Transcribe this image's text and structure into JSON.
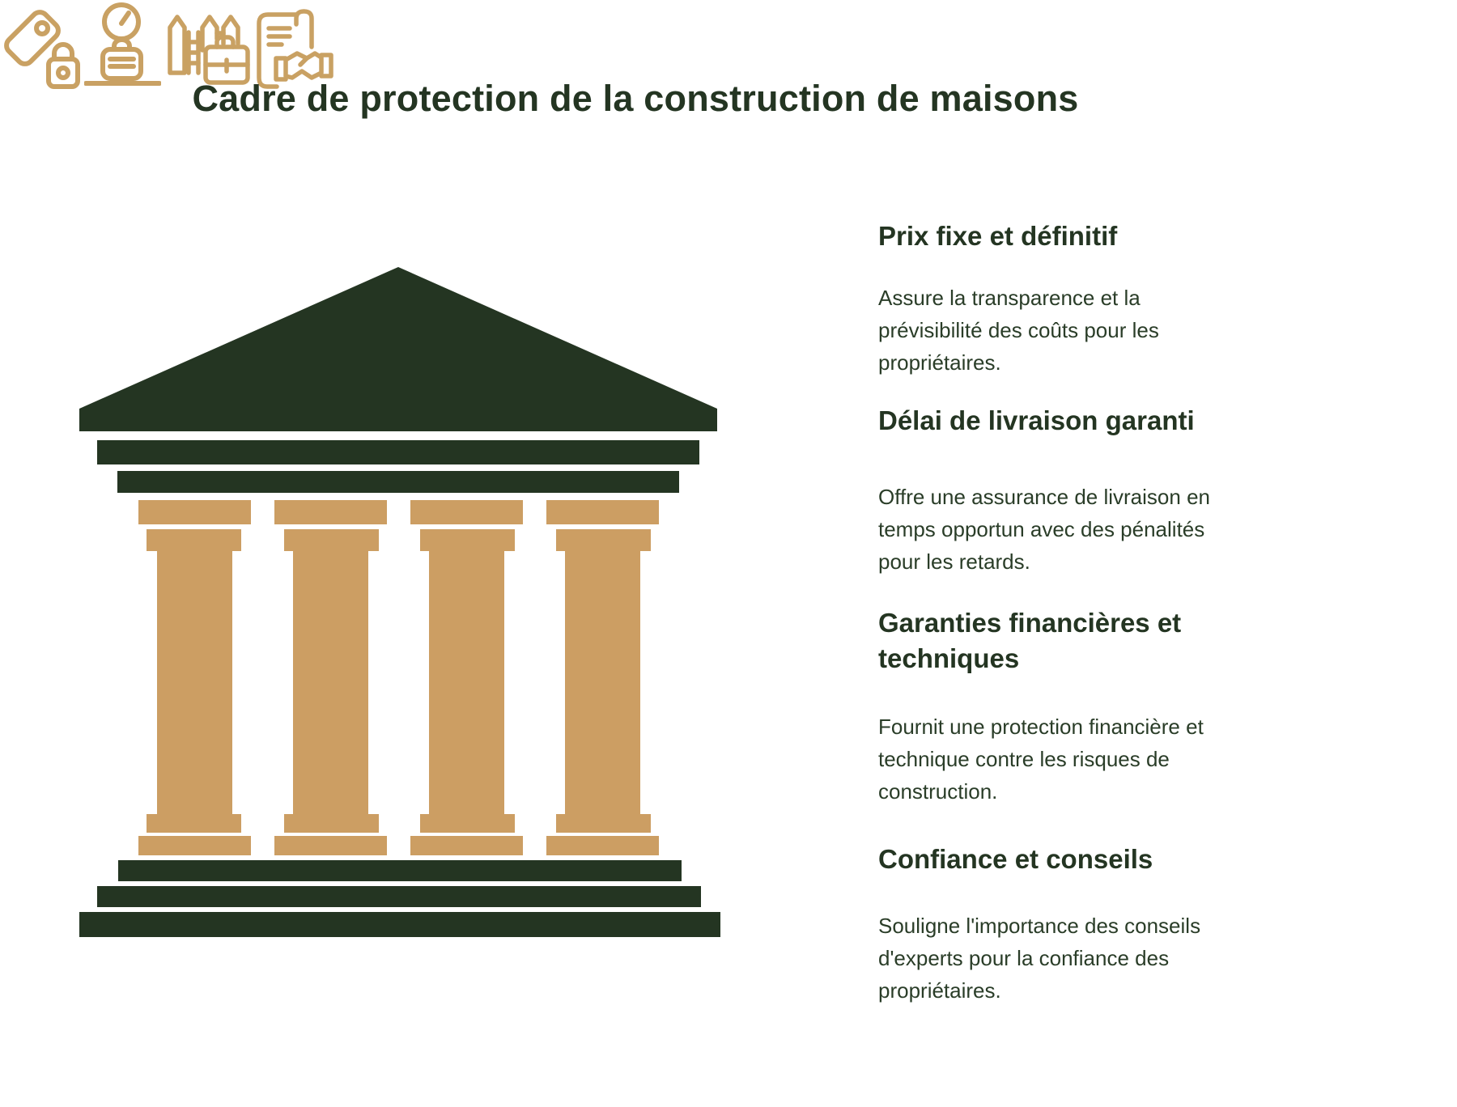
{
  "title": "Cadre de protection de la construction de maisons",
  "colors": {
    "text_green": "#243522",
    "temple_green": "#243522",
    "pillar_tan": "#cc9e63",
    "icon_gold": "#c9a163",
    "background": "#ffffff"
  },
  "illustration": {
    "name": "classical-temple-with-four-pillars",
    "pillar_count": 4
  },
  "features": [
    {
      "icon": "price-tag-lock-icon",
      "title": "Prix fixe et définitif",
      "description": "Assure la transparence et la\nprévisibilité des coûts pour les\npropriétaires."
    },
    {
      "icon": "timer-briefcase-icon",
      "title": "Délai de livraison garanti",
      "description": "Offre une assurance de livraison en\ntemps opportun avec des pénalités\npour les retards."
    },
    {
      "icon": "fence-briefcase-icon",
      "title": "Garanties financières et\ntechniques",
      "description": "Fournit une protection financière et\ntechnique contre les risques de\nconstruction."
    },
    {
      "icon": "contract-handshake-icon",
      "title": "Confiance et conseils",
      "description": "Souligne l'importance des conseils\nd'experts pour la confiance des\npropriétaires."
    }
  ]
}
